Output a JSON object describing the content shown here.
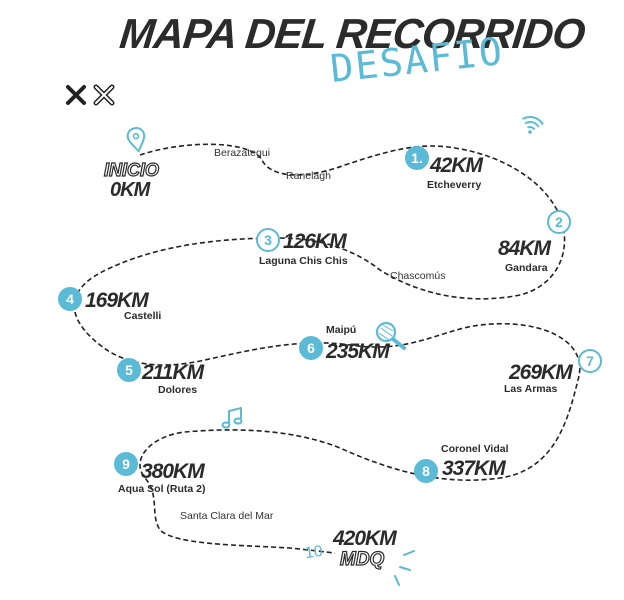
{
  "title": "MAPA DEL RECORRIDO",
  "subtitle": "DESAFIO",
  "colors": {
    "accent": "#5bbad5",
    "text": "#2b2b2b",
    "route": "#222222"
  },
  "icons": [
    "x-icons",
    "location-pin-icon",
    "wifi-icon",
    "magnifier-icon",
    "music-note-icon"
  ],
  "start": {
    "label": "INICIO",
    "km": "0KM"
  },
  "places": {
    "berazategui": "Berazategui",
    "ranelagh": "Ranelagh",
    "chascomus": "Chascomús",
    "maipu": "Maipú",
    "santa_clara": "Santa Clara del Mar"
  },
  "stops": [
    {
      "num": "1.",
      "km": "42KM",
      "name": "Etcheverry"
    },
    {
      "num": "2",
      "km": "84KM",
      "name": "Gandara"
    },
    {
      "num": "3",
      "km": "126KM",
      "name": "Laguna Chis Chis"
    },
    {
      "num": "4",
      "km": "169KM",
      "name": "Castelli"
    },
    {
      "num": "5",
      "km": "211KM",
      "name": "Dolores"
    },
    {
      "num": "6",
      "km": "235KM",
      "name": ""
    },
    {
      "num": "7",
      "km": "269KM",
      "name": "Las Armas"
    },
    {
      "num": "8",
      "km": "337KM",
      "name": "Coronel Vidal"
    },
    {
      "num": "9",
      "km": "380KM",
      "name": "Aqua Sol (Ruta 2)"
    },
    {
      "num": "10",
      "km": "420KM",
      "name": "MDQ"
    }
  ]
}
